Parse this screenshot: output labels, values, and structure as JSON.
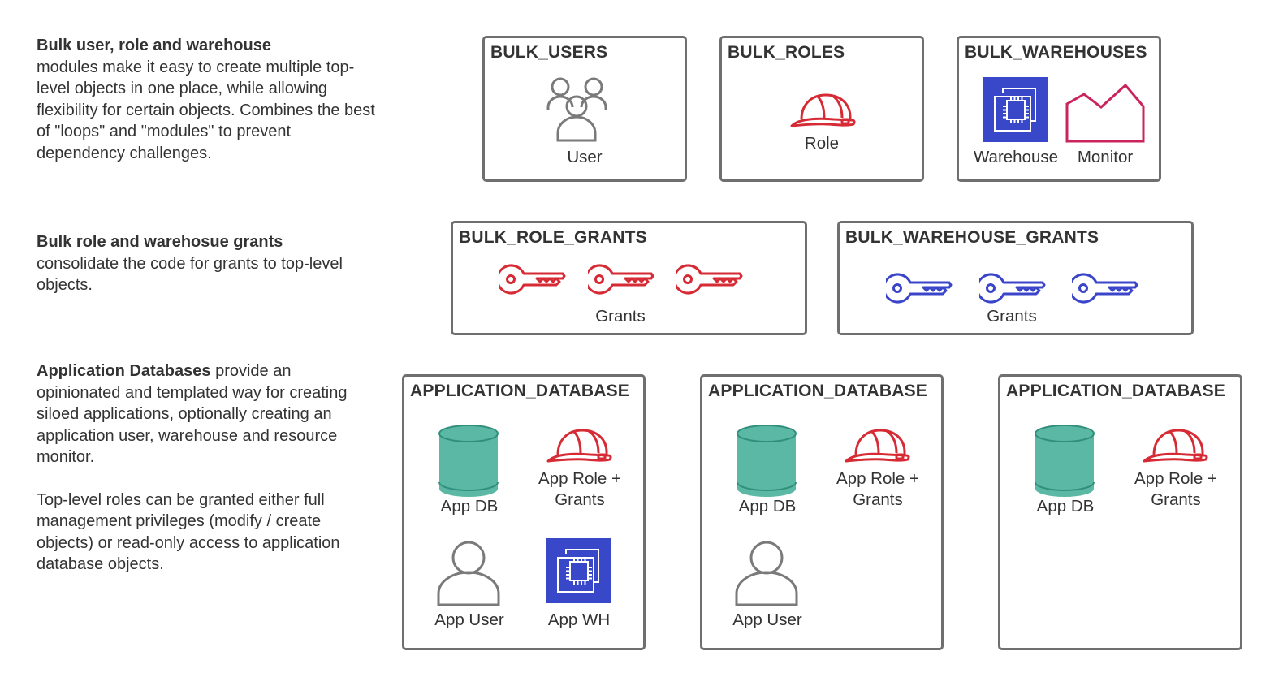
{
  "descriptions": {
    "bulk": {
      "bold": "Bulk user, role and warehouse",
      "rest": "modules make it easy to create multiple top-level objects in one place, while allowing flexibility for certain objects. Combines the best of \"loops\" and \"modules\" to prevent dependency challenges."
    },
    "grants": {
      "bold": "Bulk role and warehosue grants",
      "rest": "consolidate the code for grants to top-level objects."
    },
    "appdb": {
      "bold": "Application Databases",
      "rest": " provide an opinionated and templated way for creating siloed applications, optionally creating an application user, warehouse and resource monitor.",
      "note": "Top-level roles can be granted either full management privileges (modify / create objects) or read-only access to application database objects."
    }
  },
  "modules": {
    "bulk_users": {
      "title": "BULK_USERS",
      "label": "User"
    },
    "bulk_roles": {
      "title": "BULK_ROLES",
      "label": "Role"
    },
    "bulk_warehouses": {
      "title": "BULK_WAREHOUSES",
      "warehouse_label": "Warehouse",
      "monitor_label": "Monitor"
    },
    "bulk_role_grants": {
      "title": "BULK_ROLE_GRANTS",
      "label": "Grants"
    },
    "bulk_warehouse_grants": {
      "title": "BULK_WAREHOUSE_GRANTS",
      "label": "Grants"
    }
  },
  "app_databases": [
    {
      "title": "APPLICATION_DATABASE",
      "db_label": "App DB",
      "role_label": "App Role +\nGrants",
      "user_label": "App User",
      "wh_label": "App WH"
    },
    {
      "title": "APPLICATION_DATABASE",
      "db_label": "App DB",
      "role_label": "App Role +\nGrants",
      "user_label": "App User"
    },
    {
      "title": "APPLICATION_DATABASE",
      "db_label": "App DB",
      "role_label": "App Role +\nGrants"
    }
  ],
  "colors": {
    "border": "#6f6f6f",
    "text": "#333333",
    "user_icon": "#7a7a7a",
    "role_icon": "#d62a35",
    "role_key": "#d62a35",
    "warehouse_key": "#3a45c9",
    "warehouse_bg": "#3848c9",
    "monitor": "#c9245e",
    "db": "#5bb8a5",
    "db_dark": "#2f8f7b"
  },
  "icons": {
    "user": "user-icon",
    "users": "users-group-icon",
    "role": "hard-hat-icon",
    "key": "key-icon",
    "warehouse": "compute-chip-icon",
    "monitor": "monitor-chart-icon",
    "database": "database-cylinder-icon"
  }
}
